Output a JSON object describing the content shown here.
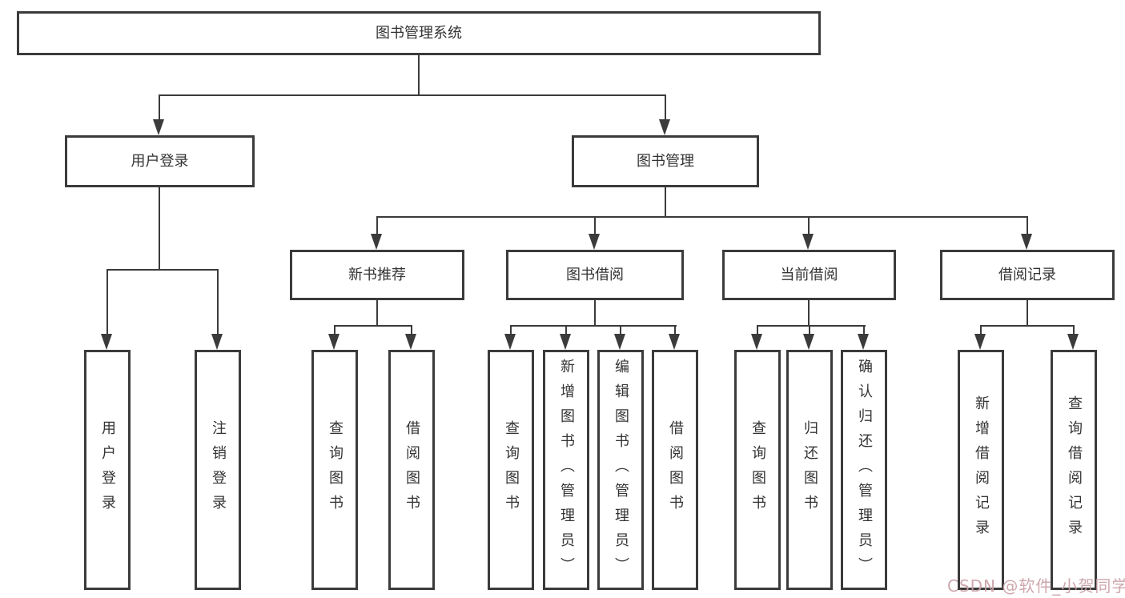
{
  "diagram": {
    "root": {
      "label": "图书管理系统"
    },
    "level2": [
      {
        "label": "用户登录"
      },
      {
        "label": "图书管理"
      }
    ],
    "level3": [
      {
        "label": "新书推荐",
        "parent": "图书管理"
      },
      {
        "label": "图书借阅",
        "parent": "图书管理"
      },
      {
        "label": "当前借阅",
        "parent": "图书管理"
      },
      {
        "label": "借阅记录",
        "parent": "图书管理"
      }
    ],
    "leaves": [
      {
        "label": "用户登录",
        "parent": "用户登录"
      },
      {
        "label": "注销登录",
        "parent": "用户登录"
      },
      {
        "label": "查询图书",
        "parent": "新书推荐"
      },
      {
        "label": "借阅图书",
        "parent": "新书推荐"
      },
      {
        "label": "查询图书",
        "parent": "图书借阅"
      },
      {
        "label": "新增图书（管理员）",
        "parent": "图书借阅"
      },
      {
        "label": "编辑图书（管理员）",
        "parent": "图书借阅"
      },
      {
        "label": "借阅图书",
        "parent": "图书借阅"
      },
      {
        "label": "查询图书",
        "parent": "当前借阅"
      },
      {
        "label": "归还图书",
        "parent": "当前借阅"
      },
      {
        "label": "确认归还（管理员）",
        "parent": "当前借阅"
      },
      {
        "label": "新增借阅记录",
        "parent": "借阅记录"
      },
      {
        "label": "查询借阅记录",
        "parent": "借阅记录"
      }
    ]
  },
  "watermark": {
    "text": "CSDN @软件_小贺同学",
    "color": "#c9a0a7"
  },
  "colors": {
    "line": "#3b3b3b",
    "box_border": "#3b3b3b",
    "box_background": "#ffffff",
    "text": "#333333",
    "page_background": "#ffffff"
  }
}
